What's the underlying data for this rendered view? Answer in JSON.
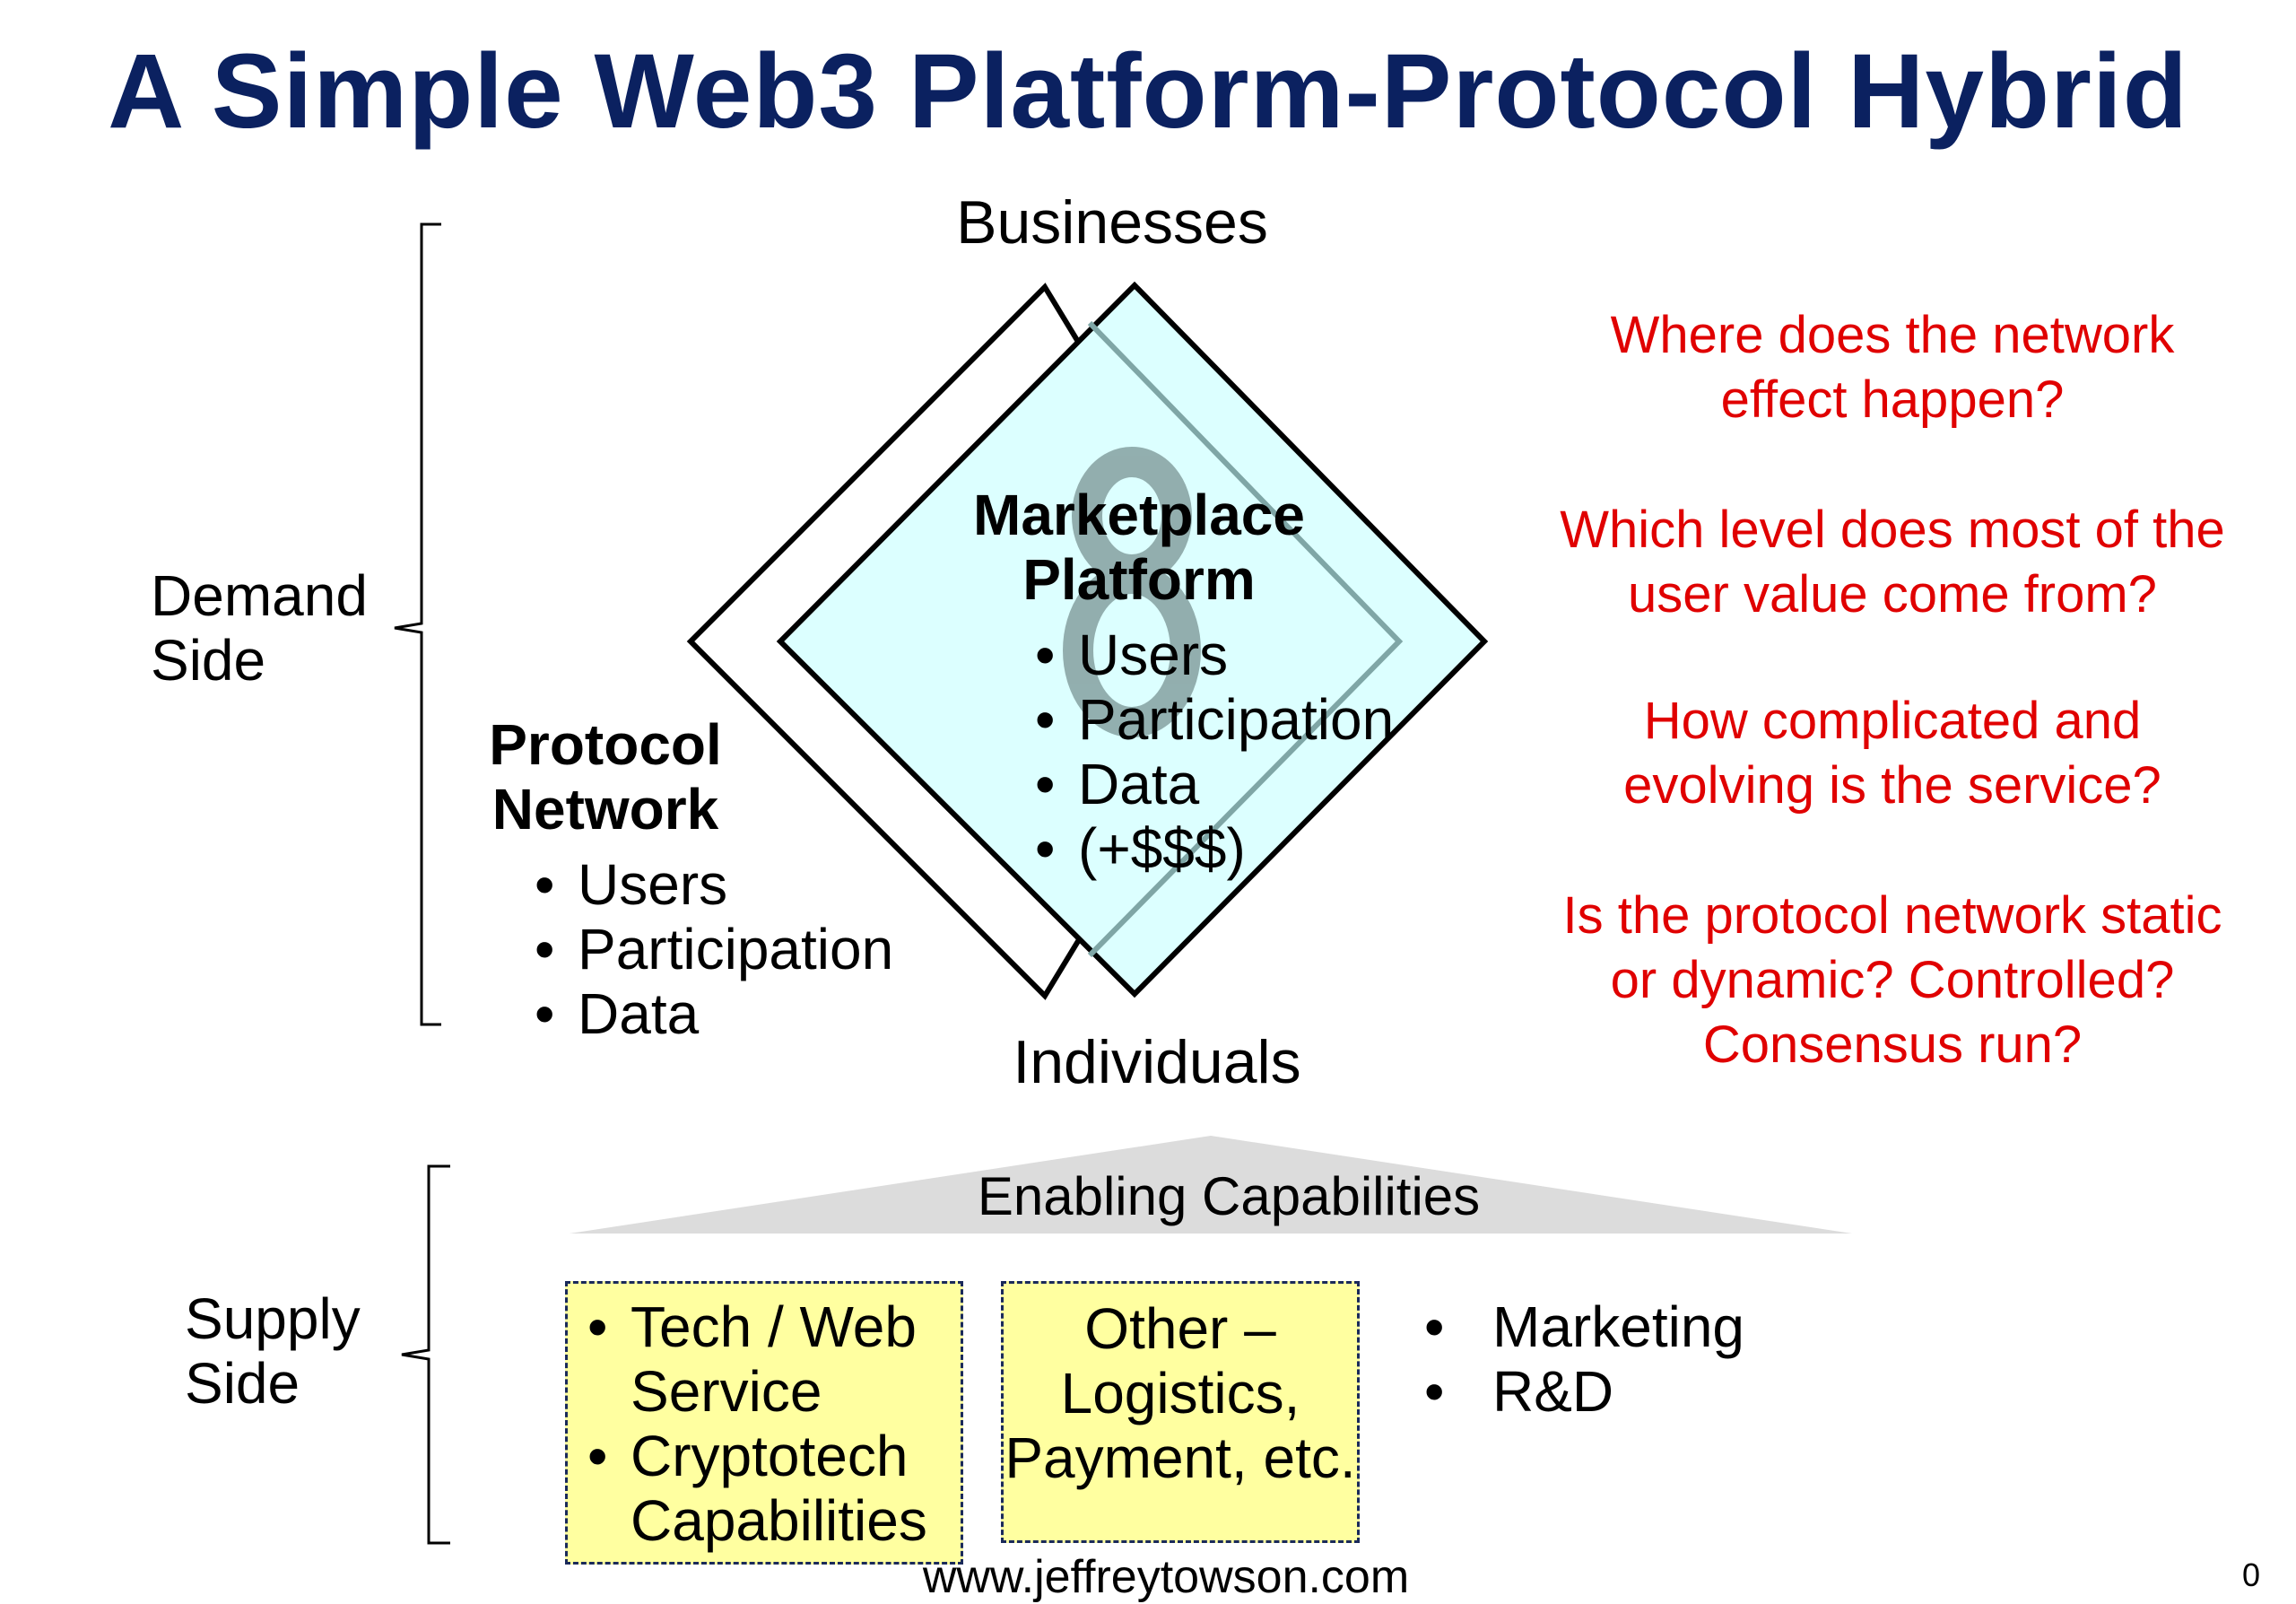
{
  "title": "A Simple Web3 Platform-Protocol Hybrid",
  "labels": {
    "businesses": "Businesses",
    "individuals": "Individuals",
    "demand_side": [
      "Demand",
      "Side"
    ],
    "supply_side": [
      "Supply",
      "Side"
    ]
  },
  "marketplace": {
    "title": [
      "Marketplace",
      "Platform"
    ],
    "items": [
      "Users",
      "Participation",
      "Data",
      "(+$$$)"
    ]
  },
  "protocol": {
    "title": [
      "Protocol",
      "Network"
    ],
    "items": [
      "Users",
      "Participation",
      "Data"
    ]
  },
  "questions": [
    [
      "Where does the network",
      "effect happen?"
    ],
    [
      "Which level does most of the",
      "user value come from?"
    ],
    [
      "How complicated and",
      "evolving is the service?"
    ],
    [
      "Is the protocol network static",
      "or dynamic? Controlled?",
      "Consensus run?"
    ]
  ],
  "enabling": {
    "label": "Enabling Capabilities",
    "box1_items": [
      [
        "Tech / Web",
        "Service"
      ],
      [
        "Cryptotech",
        "Capabilities"
      ]
    ],
    "box2_lines": [
      "Other –",
      "Logistics,",
      "Payment, etc."
    ],
    "other_items": [
      "Marketing",
      "R&D"
    ]
  },
  "footer": "www.jeffreytowson.com",
  "page_number": "0",
  "colors": {
    "title": "#0b2160",
    "questions": "#e00000",
    "platform_fill": "#dcffff",
    "capability_fill": "#ffffa0"
  }
}
